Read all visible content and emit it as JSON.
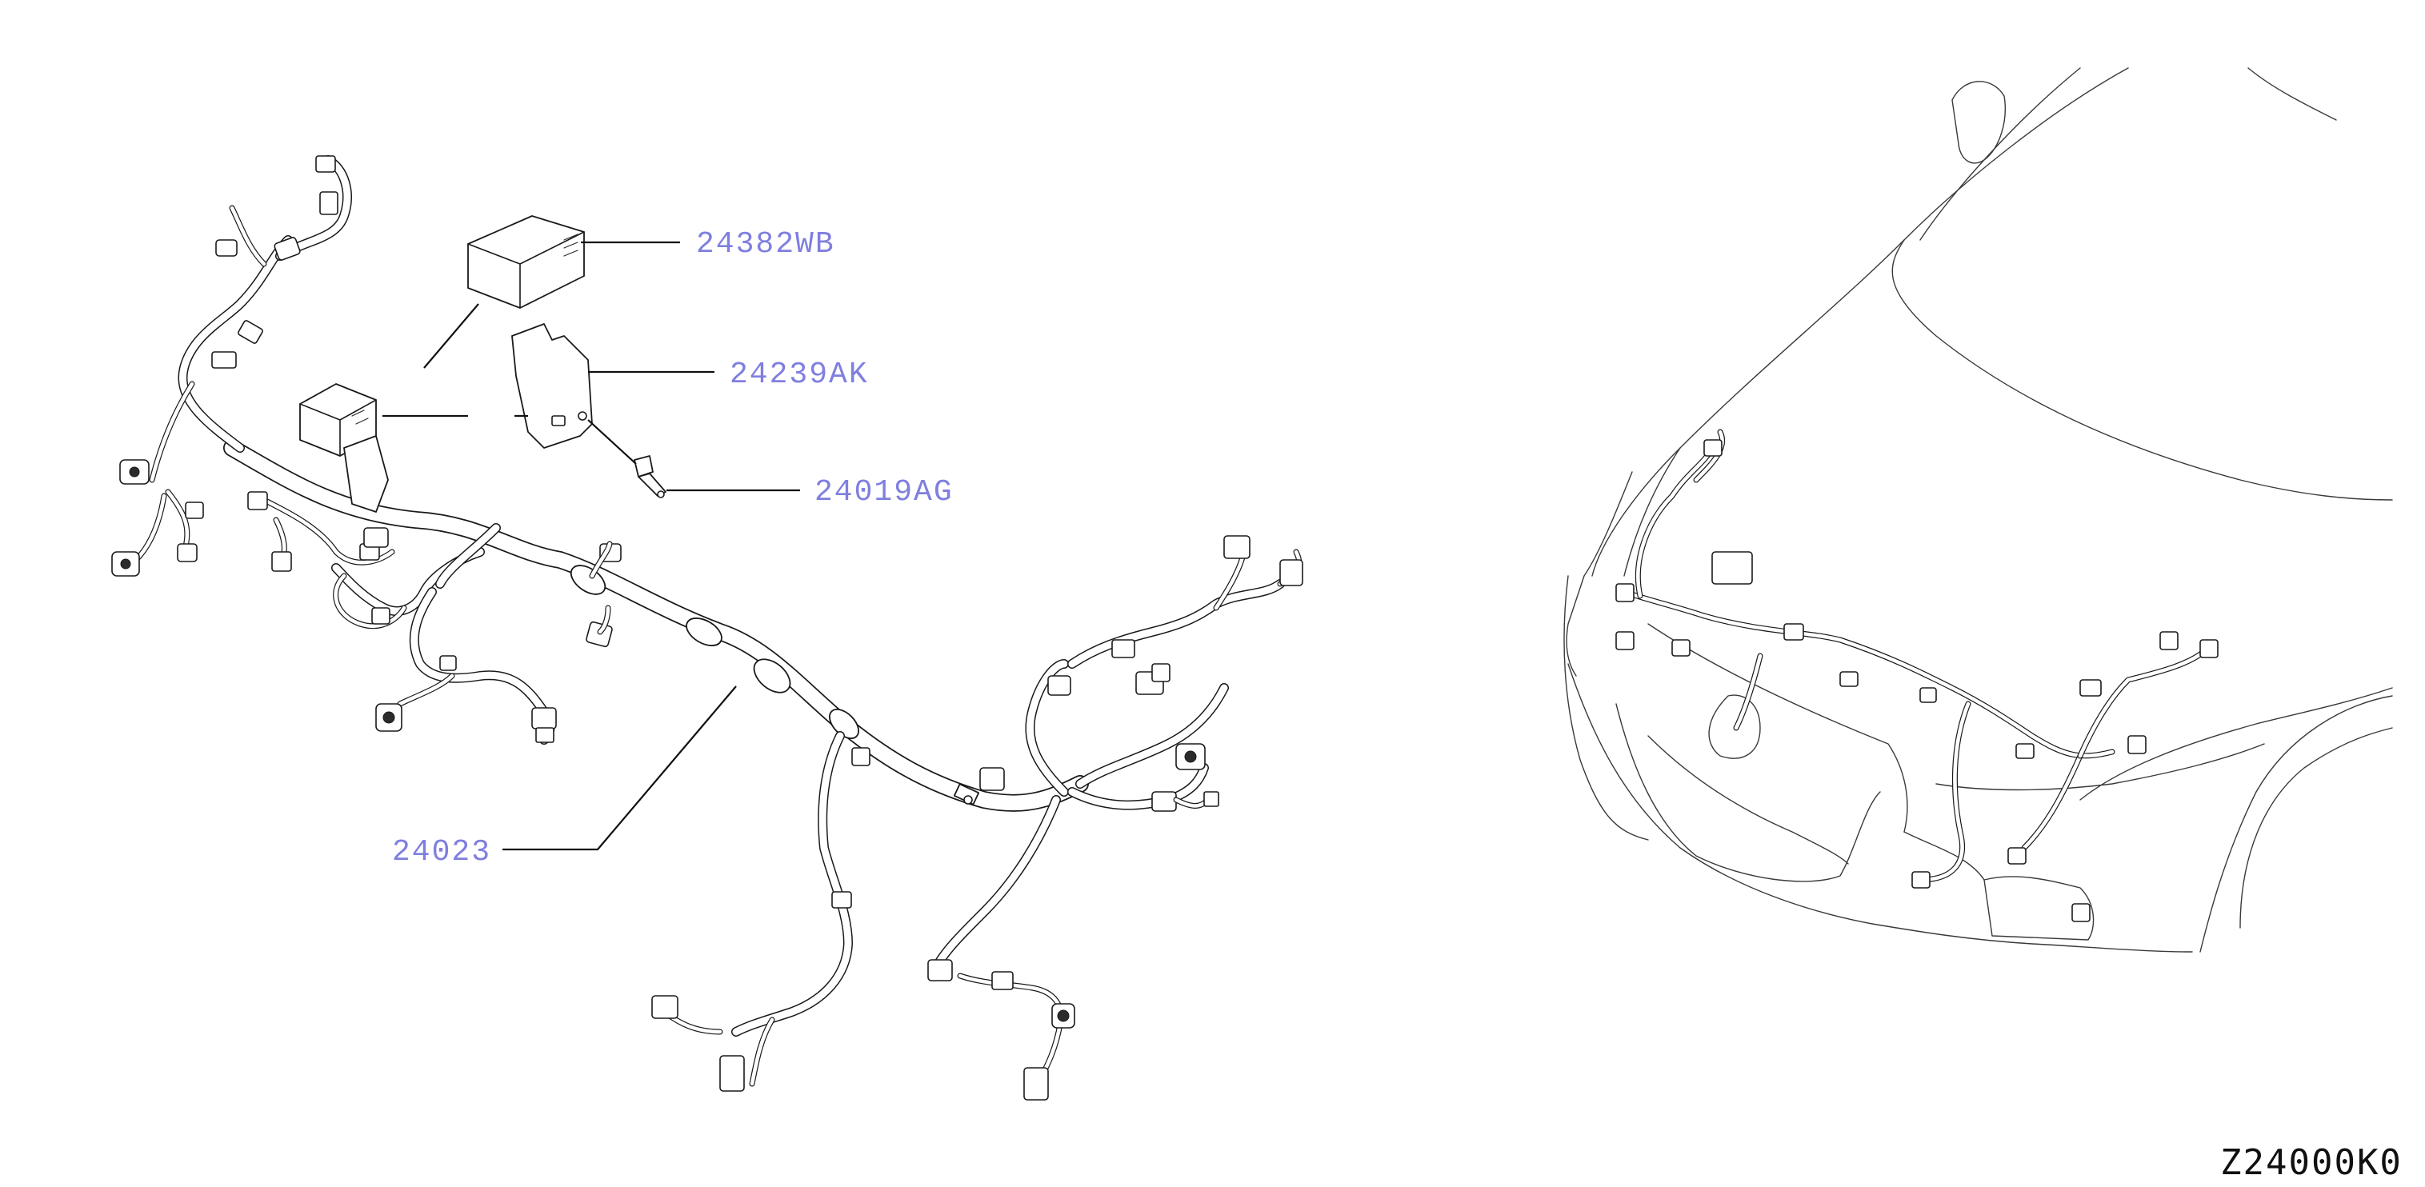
{
  "diagram": {
    "part_labels": [
      {
        "id": "label-24382WB",
        "text": "24382WB"
      },
      {
        "id": "label-24239AK",
        "text": "24239AK"
      },
      {
        "id": "label-24019AG",
        "text": "24019AG"
      },
      {
        "id": "label-24023",
        "text": "24023"
      }
    ],
    "diagram_id": "Z24000K0",
    "colors": {
      "line_art": "#1a1a1a",
      "callout_text": "#7f7fe0",
      "background": "#ffffff"
    }
  }
}
